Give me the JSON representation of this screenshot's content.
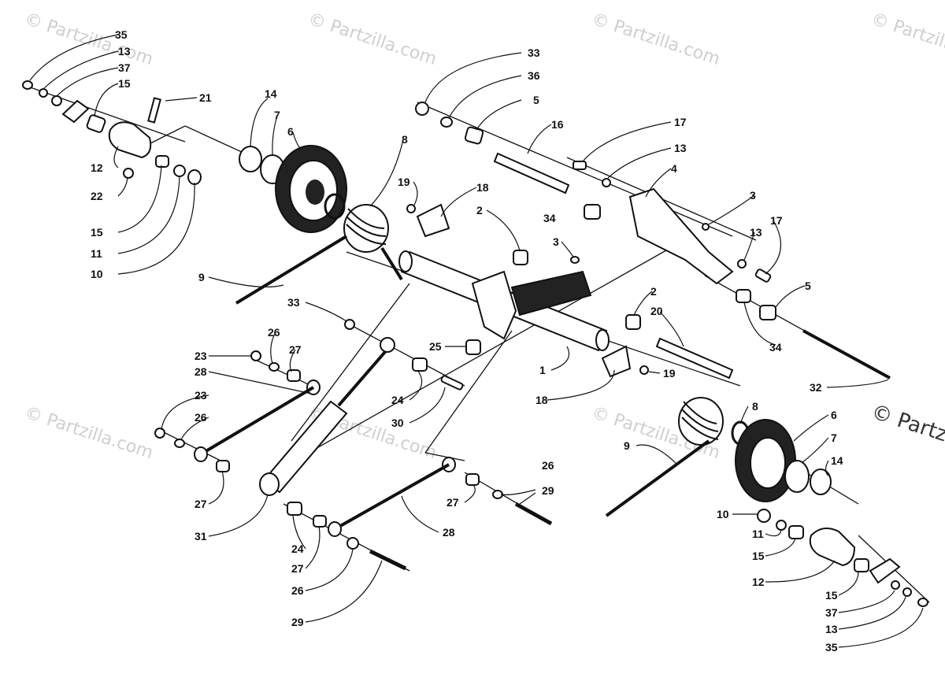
{
  "watermark": "© Partzilla.com",
  "watermark_edge": "© Partzil",
  "callouts": {
    "c1": "1",
    "c2a": "2",
    "c2b": "2",
    "c3a": "3",
    "c3b": "3",
    "c4": "4",
    "c5a": "5",
    "c5b": "5",
    "c6a": "6",
    "c6b": "6",
    "c7a": "7",
    "c7b": "7",
    "c8a": "8",
    "c8b": "8",
    "c9a": "9",
    "c9b": "9",
    "c10a": "10",
    "c10b": "10",
    "c11a": "11",
    "c11b": "11",
    "c12a": "12",
    "c12b": "12",
    "c13a": "13",
    "c13b": "13",
    "c13c": "13",
    "c13d": "13",
    "c14a": "14",
    "c14b": "14",
    "c15a": "15",
    "c15b": "15",
    "c15c": "15",
    "c15d": "15",
    "c16": "16",
    "c17a": "17",
    "c17b": "17",
    "c18a": "18",
    "c18b": "18",
    "c19a": "19",
    "c19b": "19",
    "c20": "20",
    "c21": "21",
    "c22": "22",
    "c23a": "23",
    "c23b": "23",
    "c24a": "24",
    "c24b": "24",
    "c25": "25",
    "c26a": "26",
    "c26b": "26",
    "c26c": "26",
    "c26d": "26",
    "c27a": "27",
    "c27b": "27",
    "c27c": "27",
    "c27d": "27",
    "c28a": "28",
    "c28b": "28",
    "c29a": "29",
    "c29b": "29",
    "c30": "30",
    "c31": "31",
    "c32": "32",
    "c33a": "33",
    "c33b": "33",
    "c34a": "34",
    "c34b": "34",
    "c35a": "35",
    "c35b": "35",
    "c36": "36",
    "c37a": "37",
    "c37b": "37"
  }
}
